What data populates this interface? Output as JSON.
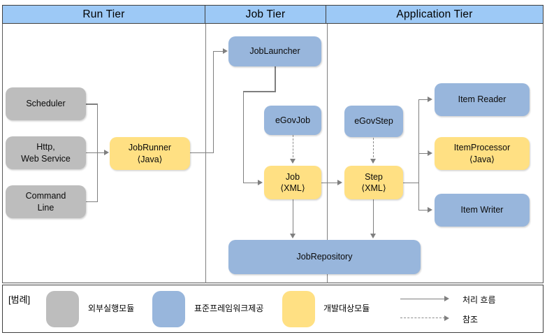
{
  "header": {
    "tiers": [
      {
        "label": "Run Tier"
      },
      {
        "label": "Job Tier"
      },
      {
        "label": "Application Tier"
      }
    ]
  },
  "nodes": {
    "scheduler": {
      "label": "Scheduler",
      "type": "external-module"
    },
    "http_web": {
      "label": "Http,\nWeb Service",
      "type": "external-module"
    },
    "command_line": {
      "label": "Command\nLine",
      "type": "external-module"
    },
    "job_runner": {
      "label": "JobRunner\n⟨Java⟩",
      "type": "development-target"
    },
    "job_launcher": {
      "label": "JobLauncher",
      "type": "framework-provided"
    },
    "egov_job": {
      "label": "eGovJob",
      "type": "framework-provided"
    },
    "job_xml": {
      "label": "Job\n⟨XML⟩",
      "type": "development-target"
    },
    "egov_step": {
      "label": "eGovStep",
      "type": "framework-provided"
    },
    "step_xml": {
      "label": "Step\n⟨XML⟩",
      "type": "development-target"
    },
    "item_reader": {
      "label": "Item Reader",
      "type": "framework-provided"
    },
    "item_processor": {
      "label": "ItemProcessor\n⟨Java⟩",
      "type": "development-target"
    },
    "item_writer": {
      "label": "Item Writer",
      "type": "framework-provided"
    },
    "job_repository": {
      "label": "JobRepository",
      "type": "framework-provided"
    }
  },
  "legend": {
    "title": "[범례]",
    "items": [
      {
        "swatch": "gray",
        "label": "외부실행모듈"
      },
      {
        "swatch": "blue",
        "label": "표준프레임워크제공"
      },
      {
        "swatch": "yellow",
        "label": "개발대상모듈"
      }
    ],
    "arrows": [
      {
        "style": "solid",
        "label": "처리 흐름"
      },
      {
        "style": "dashed",
        "label": "참조"
      }
    ]
  },
  "colors": {
    "header_bg": "#9DC9F6",
    "external_module": "#BDBDBD",
    "framework_provided": "#98B6DC",
    "development_target": "#FFE083",
    "connector": "#7f7f7f"
  }
}
